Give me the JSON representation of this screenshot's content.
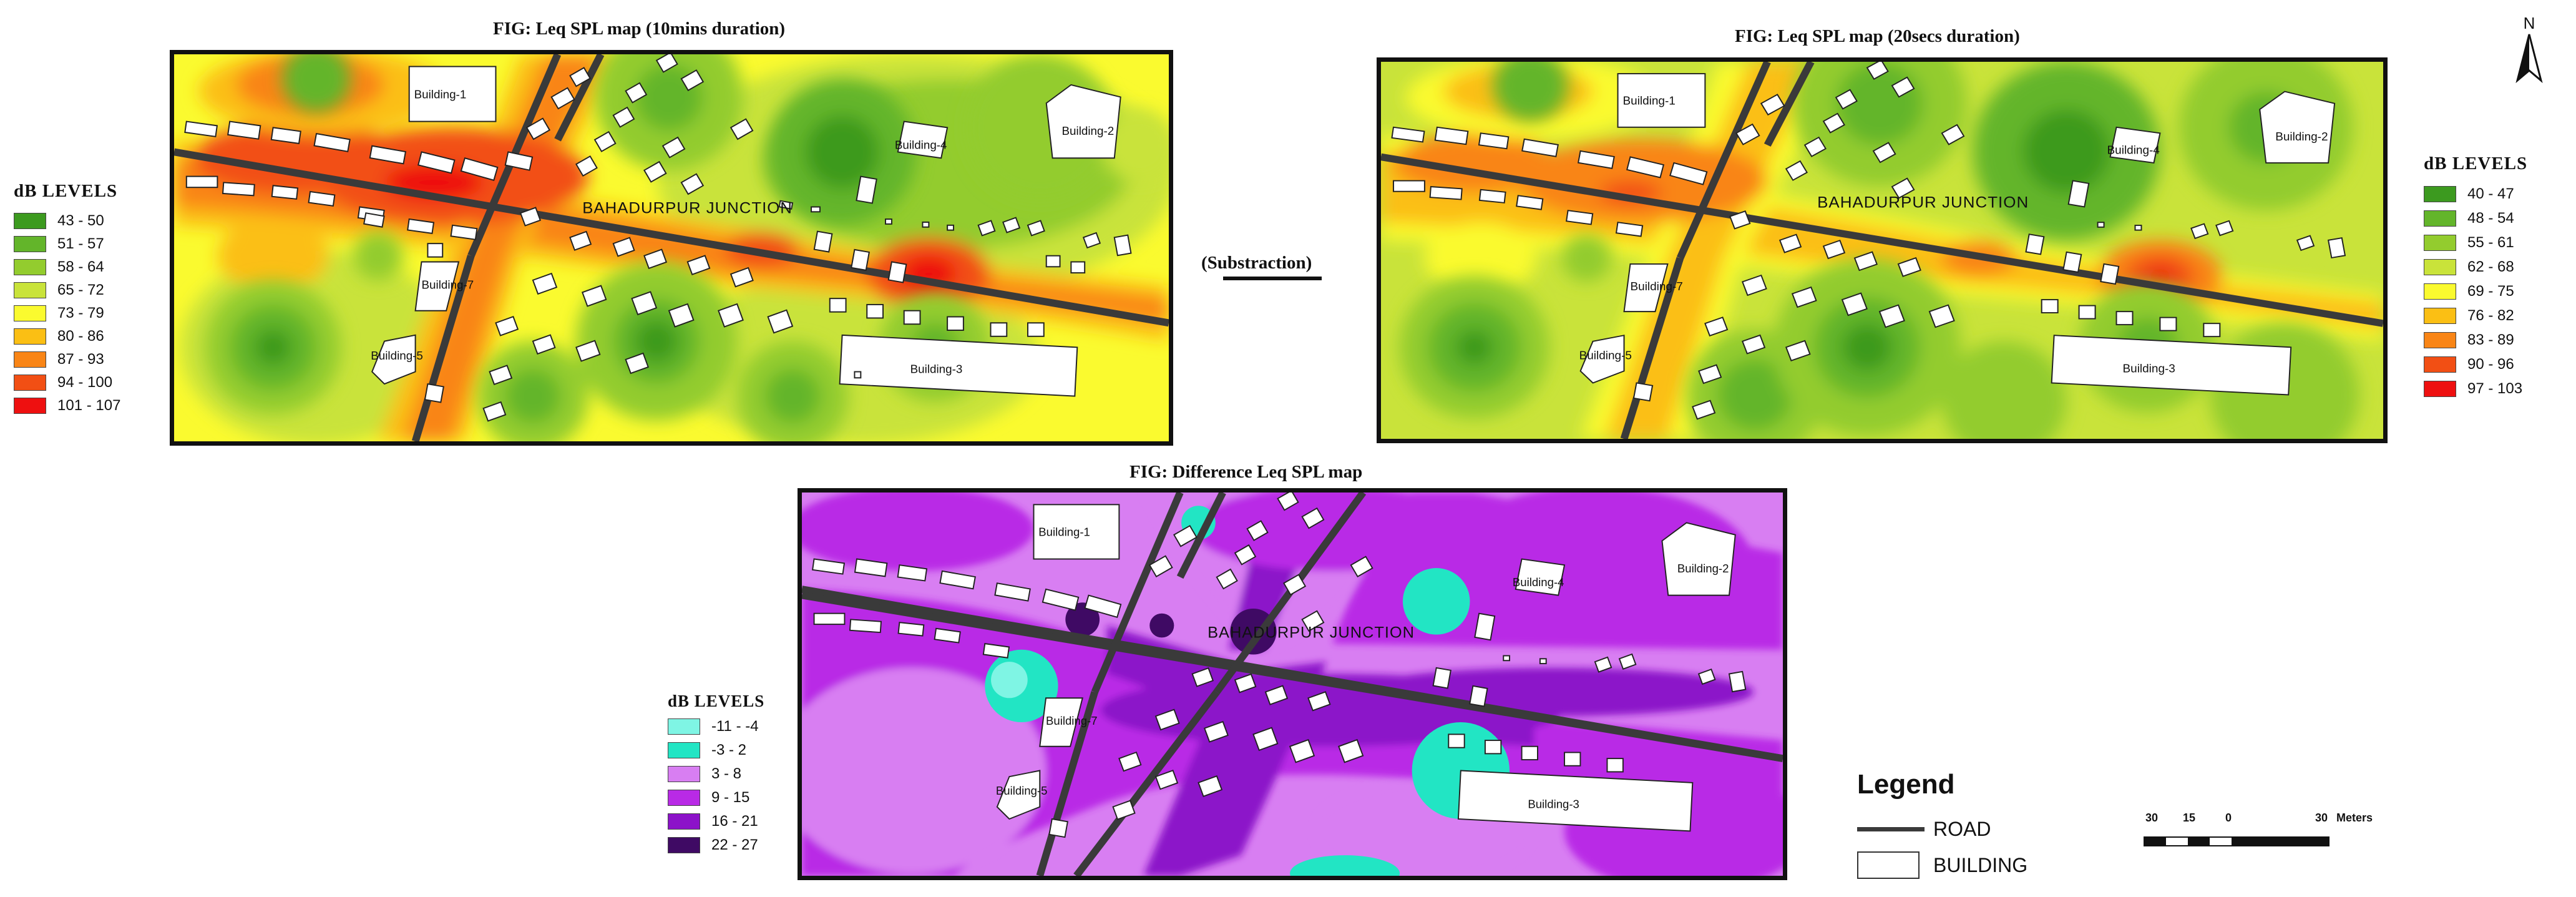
{
  "figures": {
    "map1_title": "FIG: Leq SPL map (10mins duration)",
    "map2_title": "FIG: Leq SPL map (20secs duration)",
    "map3_title": "FIG: Difference Leq SPL map",
    "operation_label": "(Substraction)"
  },
  "map_labels": {
    "building_1": "Building-1",
    "building_2": "Building-2",
    "building_3": "Building-3",
    "building_4": "Building-4",
    "building_5": "Building-5",
    "building_7": "Building-7",
    "junction": "BAHADURPUR JUNCTION"
  },
  "legend_10min": {
    "title": "dB LEVELS",
    "classes": [
      {
        "label": "43 - 50",
        "color": "#3c9a1f"
      },
      {
        "label": "51 - 57",
        "color": "#63b52a"
      },
      {
        "label": "58 - 64",
        "color": "#93cc2e"
      },
      {
        "label": "65 - 72",
        "color": "#c9e33a"
      },
      {
        "label": "73 - 79",
        "color": "#fafa2f"
      },
      {
        "label": "80 - 86",
        "color": "#fbbf14"
      },
      {
        "label": "87 - 93",
        "color": "#f98516"
      },
      {
        "label": "94 - 100",
        "color": "#f24f14"
      },
      {
        "label": "101 - 107",
        "color": "#ee1010"
      }
    ]
  },
  "legend_20sec": {
    "title": "dB LEVELS",
    "classes": [
      {
        "label": "40 - 47",
        "color": "#3c9a1f"
      },
      {
        "label": "48 - 54",
        "color": "#63b52a"
      },
      {
        "label": "55 - 61",
        "color": "#93cc2e"
      },
      {
        "label": "62 - 68",
        "color": "#c9e33a"
      },
      {
        "label": "69 - 75",
        "color": "#fafa2f"
      },
      {
        "label": "76 - 82",
        "color": "#fbbf14"
      },
      {
        "label": "83 - 89",
        "color": "#f98516"
      },
      {
        "label": "90 - 96",
        "color": "#f24f14"
      },
      {
        "label": "97 - 103",
        "color": "#ee1010"
      }
    ]
  },
  "legend_diff": {
    "title": "dB LEVELS",
    "classes": [
      {
        "label": "-11 - -4",
        "color": "#7ff5e4"
      },
      {
        "label": "-3 - 2",
        "color": "#22e5c4"
      },
      {
        "label": "3 - 8",
        "color": "#d87ef2"
      },
      {
        "label": "9 - 15",
        "color": "#b92ae6"
      },
      {
        "label": "16 - 21",
        "color": "#8c12c9"
      },
      {
        "label": "22 - 27",
        "color": "#3f0a64"
      }
    ]
  },
  "main_legend": {
    "title": "Legend",
    "road_label": "ROAD",
    "building_label": "BUILDING"
  },
  "north_arrow": {
    "label": "N"
  },
  "scale_bar": {
    "ticks": [
      "30",
      "15",
      "0",
      "30"
    ],
    "unit": "Meters"
  }
}
